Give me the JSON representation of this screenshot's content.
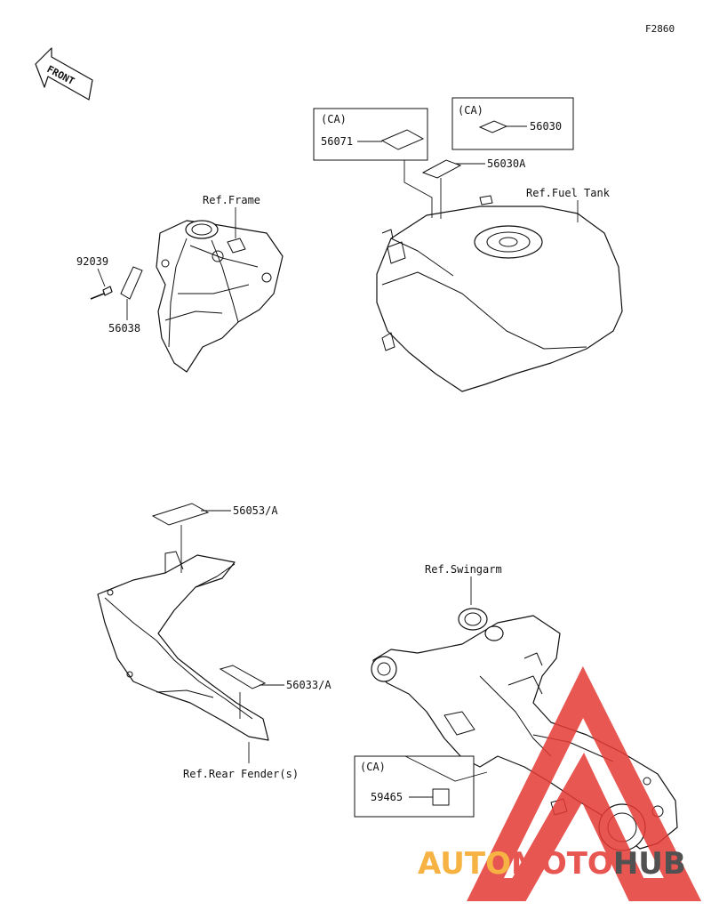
{
  "diagram_code": "F2860",
  "front_label": "FRONT",
  "refs": {
    "frame": "Ref.Frame",
    "fuel_tank": "Ref.Fuel Tank",
    "rear_fender": "Ref.Rear Fender(s)",
    "swingarm": "Ref.Swingarm"
  },
  "boxes": {
    "box_56071": {
      "tag": "(CA)",
      "part": "56071"
    },
    "box_56030": {
      "tag": "(CA)",
      "part": "56030"
    },
    "box_59465": {
      "tag": "(CA)",
      "part": "59465"
    }
  },
  "parts": {
    "p56030A": "56030A",
    "p92039": "92039",
    "p56038": "56038",
    "p56053A": "56053/A",
    "p56033A": "56033/A"
  },
  "watermark": {
    "part1": "AUTO",
    "part2": "MOTO",
    "part3": "HUB",
    "color_orange": "#f5a623",
    "color_red": "#e53935",
    "color_dark": "#333333"
  }
}
